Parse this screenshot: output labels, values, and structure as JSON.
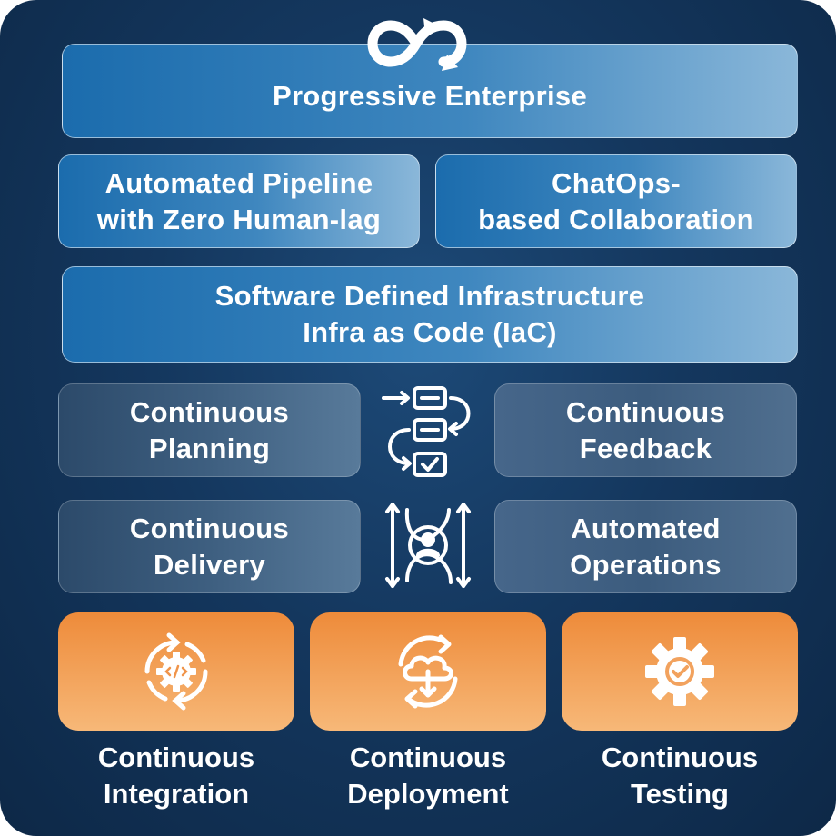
{
  "layers": {
    "top": "Progressive Enterprise",
    "pipeline": [
      "Automated Pipeline",
      "with Zero Human-lag"
    ],
    "chatops": [
      "ChatOps-",
      "based Collaboration"
    ],
    "infra": [
      "Software Defined Infrastructure",
      "Infra as Code (IaC)"
    ]
  },
  "middle": {
    "planning": [
      "Continuous",
      "Planning"
    ],
    "feedback": [
      "Continuous",
      "Feedback"
    ],
    "delivery": [
      "Continuous",
      "Delivery"
    ],
    "operations": [
      "Automated",
      "Operations"
    ],
    "center_icons": [
      "workflow-icon",
      "user-cycle-icon"
    ]
  },
  "practices": [
    {
      "lines": [
        "Continuous",
        "Integration"
      ],
      "icon": "code-gear-cycle-icon"
    },
    {
      "lines": [
        "Continuous",
        "Deployment"
      ],
      "icon": "cloud-deploy-cycle-icon"
    },
    {
      "lines": [
        "Continuous",
        "Testing"
      ],
      "icon": "gear-check-icon"
    }
  ],
  "colors": {
    "background": "#14375e",
    "blue_box": "#2f7fbf",
    "gray_box": "#3e5f80",
    "orange_box": "#f09a4e",
    "text": "#ffffff"
  },
  "top_icon": "infinity-cycle-icon"
}
